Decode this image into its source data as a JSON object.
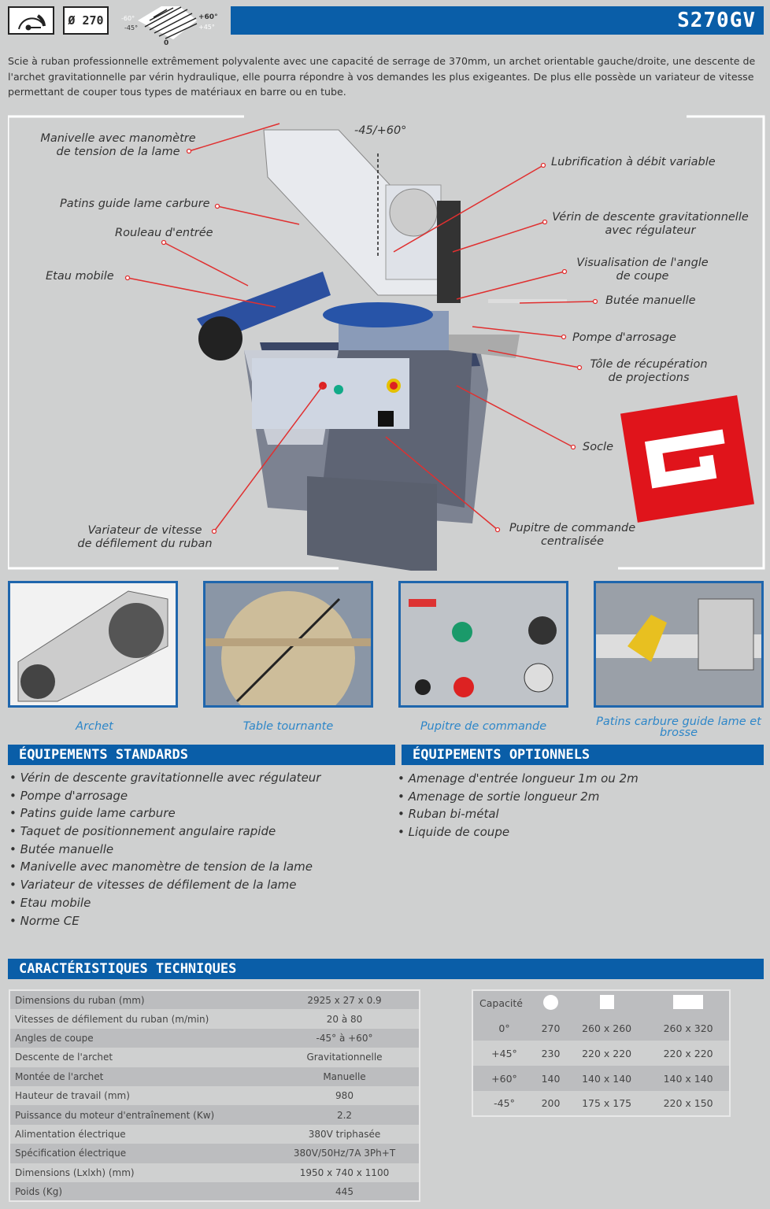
{
  "header": {
    "diameter": "Ø 270",
    "angle_labels": {
      "m60": "-60°",
      "m45": "-45°",
      "p60": "+60°",
      "p45": "+45°",
      "zero": "0"
    },
    "model": "S270GV"
  },
  "description": "Scie à ruban professionnelle extrêmement polyvalente avec une capacité de serrage de 370mm, un archet orientable gauche/droite, une descente de l'archet gravitationnelle par vérin hydraulique, elle pourra répondre à vos demandes les plus exigeantes. De plus elle possède un variateur de vitesse permettant de couper tous types de matériaux en barre ou en tube.",
  "callouts": {
    "manivelle": [
      "Manivelle avec manomètre",
      "de tension de la lame"
    ],
    "angle": "-45/+60°",
    "lubrification": "Lubrification à débit variable",
    "patins": "Patins guide lame carbure",
    "verin": [
      "Vérin de descente gravitationnelle",
      "avec régulateur"
    ],
    "rouleau": "Rouleau d'entrée",
    "visualisation": [
      "Visualisation de l'angle",
      "de coupe"
    ],
    "etau": "Etau mobile",
    "butee": "Butée manuelle",
    "pompe": "Pompe d'arrosage",
    "tole": [
      "Tôle de récupération",
      "de projections"
    ],
    "socle": "Socle",
    "variateur": [
      "Variateur de vitesse",
      "de défilement du ruban"
    ],
    "pupitre": [
      "Pupitre de commande",
      "centralisée"
    ]
  },
  "thumbnails": [
    {
      "caption": "Archet"
    },
    {
      "caption": "Table tournante"
    },
    {
      "caption": "Pupitre de commande"
    },
    {
      "caption": "Patins carbure guide lame et brosse"
    }
  ],
  "standard": {
    "title": "ÉQUIPEMENTS STANDARDS",
    "items": [
      "Vérin de descente gravitationnelle avec régulateur",
      "Pompe d'arrosage",
      "Patins guide lame carbure",
      "Taquet de positionnement angulaire rapide",
      "Butée manuelle",
      "Manivelle avec manomètre de tension de la lame",
      "Variateur de vitesses de défilement de la lame",
      "Etau mobile",
      "Norme CE"
    ]
  },
  "optional": {
    "title": "ÉQUIPEMENTS OPTIONNELS",
    "items": [
      "Amenage d'entrée longueur 1m ou 2m",
      "Amenage de sortie longueur 2m",
      "Ruban bi-métal",
      "Liquide de coupe"
    ]
  },
  "specs": {
    "title": "CARACTÉRISTIQUES TECHNIQUES",
    "rows": [
      [
        "Dimensions du ruban (mm)",
        "2925 x 27 x 0.9"
      ],
      [
        "Vitesses de défilement du ruban (m/min)",
        "20 à 80"
      ],
      [
        "Angles de coupe",
        "-45° à +60°"
      ],
      [
        "Descente de l'archet",
        "Gravitationnelle"
      ],
      [
        "Montée de l'archet",
        "Manuelle"
      ],
      [
        "Hauteur de travail (mm)",
        "980"
      ],
      [
        "Puissance du moteur d'entraînement (Kw)",
        "2.2"
      ],
      [
        "Alimentation électrique",
        "380V triphasée"
      ],
      [
        "Spécification électrique",
        "380V/50Hz/7A 3Ph+T"
      ],
      [
        "Dimensions (Lxlxh) (mm)",
        "1950 x 740 x 1100"
      ],
      [
        "Poids (Kg)",
        "445"
      ]
    ]
  },
  "capacity": {
    "header": "Capacité",
    "rows": [
      [
        "0°",
        "270",
        "260 x 260",
        "260 x 320"
      ],
      [
        "+45°",
        "230",
        "220 x 220",
        "220 x 220"
      ],
      [
        "+60°",
        "140",
        "140 x 140",
        "140 x 140"
      ],
      [
        "-45°",
        "200",
        "175 x 175",
        "220 x 150"
      ]
    ]
  },
  "colors": {
    "brand_blue": "#0a5ea8",
    "callout_red": "#e03030",
    "logo_red": "#e0141b",
    "caption_blue": "#2d86c8"
  }
}
